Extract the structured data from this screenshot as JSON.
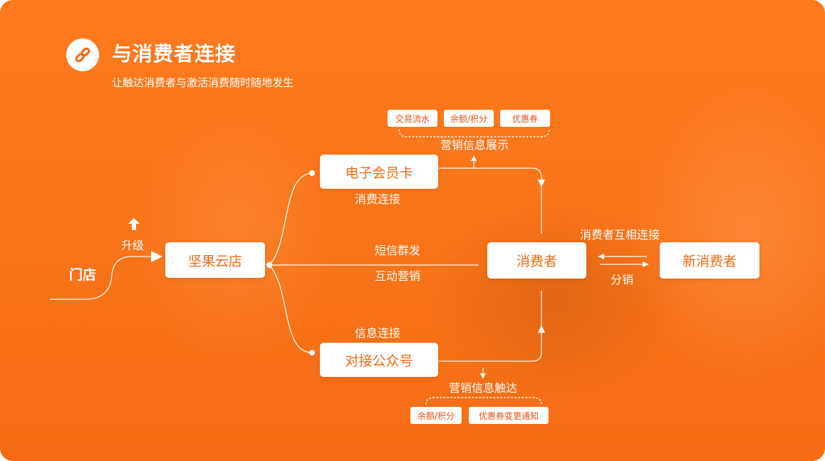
{
  "header": {
    "title": "与消费者连接",
    "subtitle": "让触达消费者与激活消费随时随地发生",
    "icon": "link-icon"
  },
  "nodes": {
    "store": "门店",
    "upgrade": "升级",
    "cloud_store": "坚果云店",
    "member_card": "电子会员卡",
    "official_account": "对接公众号",
    "consumer": "消费者",
    "new_consumer": "新消费者"
  },
  "edges": {
    "consume_connect": "消费连接",
    "sms_group": "短信群发",
    "interactive_marketing": "互动营销",
    "info_connect": "信息连接",
    "mutual_connect": "消费者互相连接",
    "distribution": "分销",
    "marketing_display": "营销信息展示",
    "marketing_reach": "营销信息触达"
  },
  "tags": {
    "display": [
      "交易流水",
      "余额/积分",
      "优惠券"
    ],
    "reach": [
      "余额/积分",
      "优惠券变更通知"
    ]
  },
  "colors": {
    "background": "#f97318",
    "box_text": "#f26a12",
    "tag_text": "#e8501a",
    "line": "#ffffff"
  }
}
